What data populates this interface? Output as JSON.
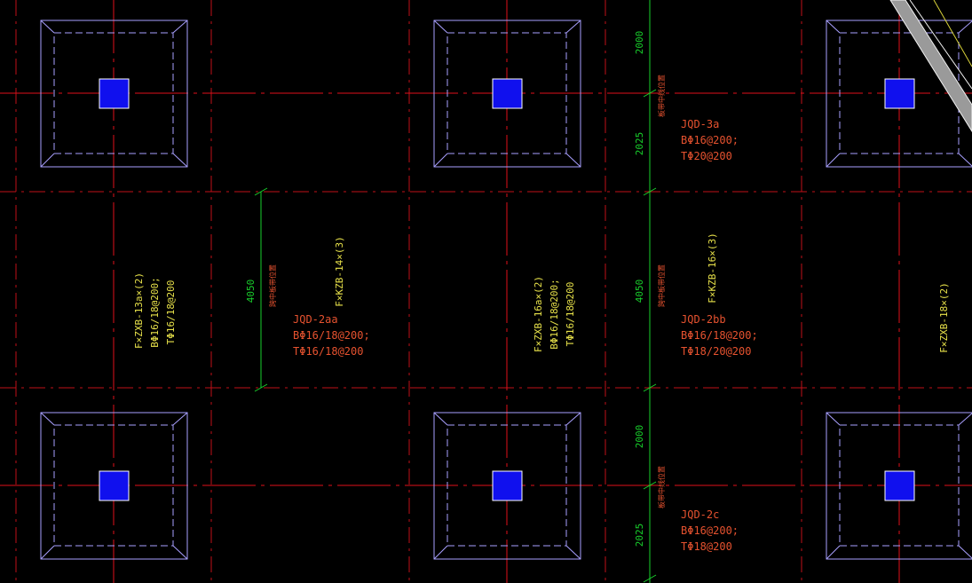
{
  "canvas": {
    "background": "#000000"
  },
  "colors": {
    "grid_axis": "#e0101a",
    "pile_cap_outline": "#a9a0ff",
    "column": "#1010ee",
    "column_edge": "#ffffff",
    "dimension": "#19d12c",
    "beam_label": "#e8e24a",
    "cap_label": "#e6522f",
    "diagonal": "#b0b0b0",
    "diagonal_edge": "#f2f2f2",
    "yellow_line": "#d8d23a"
  },
  "dimensions": {
    "top_a": "2000",
    "top_b": "2025",
    "middle_left": "4050",
    "middle_right": "4050",
    "bottom_a": "2000",
    "bottom_b": "2025"
  },
  "beam_labels": {
    "left": {
      "name": "F×ZXB-13a×(2)",
      "b": "BΦ16/18@200;",
      "t": "TΦ16/18@200"
    },
    "mid_span": {
      "name": "F×KZB-14×(3)"
    },
    "center": {
      "name": "F×ZXB-16a×(2)",
      "b": "BΦ16/18@200;",
      "t": "TΦ16/18@200"
    },
    "right_span": {
      "name": "F×KZB-16×(3)"
    },
    "far_right": {
      "name": "F×ZXB-18×(2)"
    }
  },
  "cap_labels": {
    "jqd_3a": {
      "name": "JQD-3a",
      "b": "BΦ16@200;",
      "t": "TΦ20@200"
    },
    "jqd_2aa": {
      "name": "JQD-2aa",
      "b": "BΦ16/18@200;",
      "t": "TΦ16/18@200"
    },
    "jqd_2bb": {
      "name": "JQD-2bb",
      "b": "BΦ16/18@200;",
      "t": "TΦ18/20@200"
    },
    "jqd_2c": {
      "name": "JQD-2c",
      "b": "BΦ16@200;",
      "t": "TΦ18@200"
    }
  },
  "notes": {
    "upper": "板带中线位置",
    "middle_left": "跨中板带位置",
    "middle_right": "跨中板带位置",
    "lower": "板带中线位置"
  }
}
